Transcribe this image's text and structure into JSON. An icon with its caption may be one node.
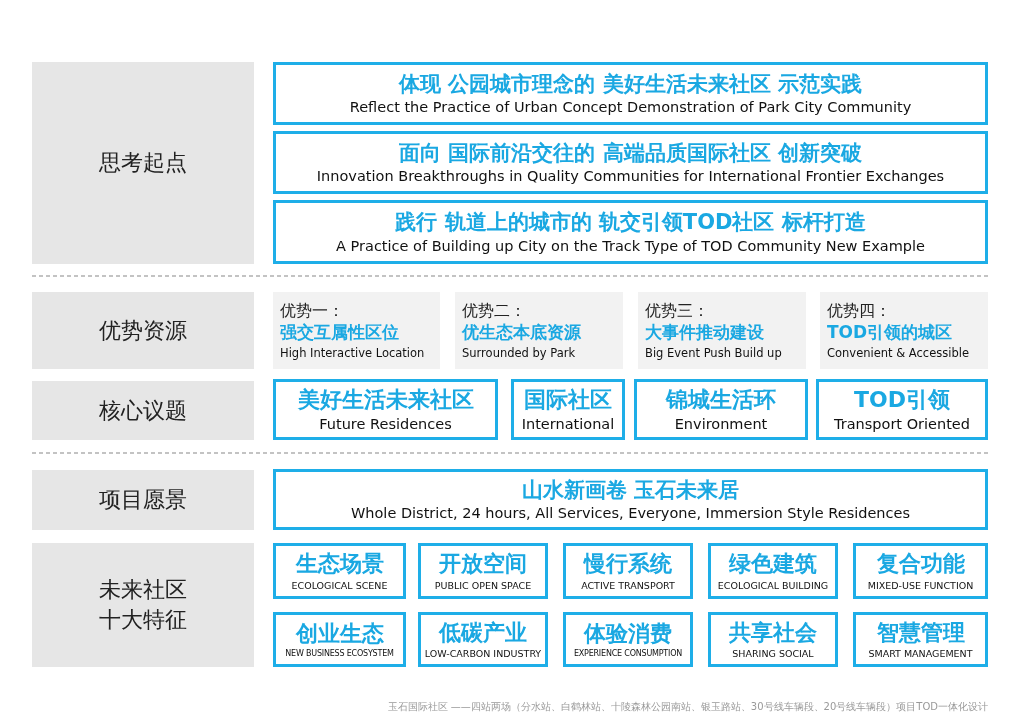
{
  "diagram": {
    "nodes": [
      {
        "text": [
          "思考起点"
        ]
      },
      {
        "text": [
          "体现 公园城市理念的 美好生活未来社区 示范实践",
          "Reflect the Practice of Urban Concept Demonstration of Park City Community"
        ]
      },
      {
        "text": [
          "面向 国际前沿交往的 高端品质国际社区 创新突破",
          "Innovation Breakthroughs in Quality Communities for International Frontier Exchanges"
        ]
      },
      {
        "text": [
          "践行 轨道上的城市的 轨交引领TOD社区 标杆打造",
          "A Practice of Building up City on the Track Type of TOD Community New Example"
        ]
      },
      {
        "text": [
          "优势资源"
        ]
      },
      {
        "text": [
          "优势一：",
          "强交互属性区位",
          "High Interactive Location"
        ]
      },
      {
        "text": [
          "优势二：",
          "优生态本底资源",
          "Surrounded by Park"
        ]
      },
      {
        "text": [
          "优势三：",
          "大事件推动建设",
          "Big Event Push Build up"
        ]
      },
      {
        "text": [
          "优势四：",
          "TOD引领的城区",
          "Convenient & Accessible"
        ]
      },
      {
        "text": [
          "核心议题"
        ]
      },
      {
        "text": [
          "美好生活未来社区",
          "Future Residences"
        ]
      },
      {
        "text": [
          "国际社区",
          "International"
        ]
      },
      {
        "text": [
          "锦城生活环",
          "Environment"
        ]
      },
      {
        "text": [
          "TOD引领",
          "Transport Oriented"
        ]
      },
      {
        "text": [
          "项目愿景"
        ]
      },
      {
        "text": [
          "山水新画卷  玉石未来居",
          "Whole District, 24 hours, All Services, Everyone, Immersion Style Residences"
        ]
      },
      {
        "text": [
          "未来社区十大特征"
        ]
      },
      {
        "text": [
          "生态场景",
          "ECOLOGICAL SCENE"
        ]
      },
      {
        "text": [
          "开放空间",
          "PUBLIC OPEN SPACE"
        ]
      },
      {
        "text": [
          "慢行系统",
          "ACTIVE TRANSPORT"
        ]
      },
      {
        "text": [
          "绿色建筑",
          "ECOLOGICAL BUILDING"
        ]
      },
      {
        "text": [
          "复合功能",
          "MIXED-USE FUNCTION"
        ]
      },
      {
        "text": [
          "创业生态",
          "NEW BUSINESS ECOSYSTEM"
        ]
      },
      {
        "text": [
          "低碳产业",
          "LOW-CARBON INDUSTRY"
        ]
      },
      {
        "text": [
          "体验消费",
          "EXPERIENCE CONSUMPTION"
        ]
      },
      {
        "text": [
          "共享社会",
          "SHARING SOCIAL"
        ]
      },
      {
        "text": [
          "智慧管理",
          "SMART MANAGEMENT"
        ]
      }
    ],
    "labels": [
      "玉石国际社区 ——四站两场（分水站、白鹤林站、十陵森林公园南站、银玉路站、30号线车辆段、20号线车辆段）项目TOD一体化设计"
    ]
  }
}
